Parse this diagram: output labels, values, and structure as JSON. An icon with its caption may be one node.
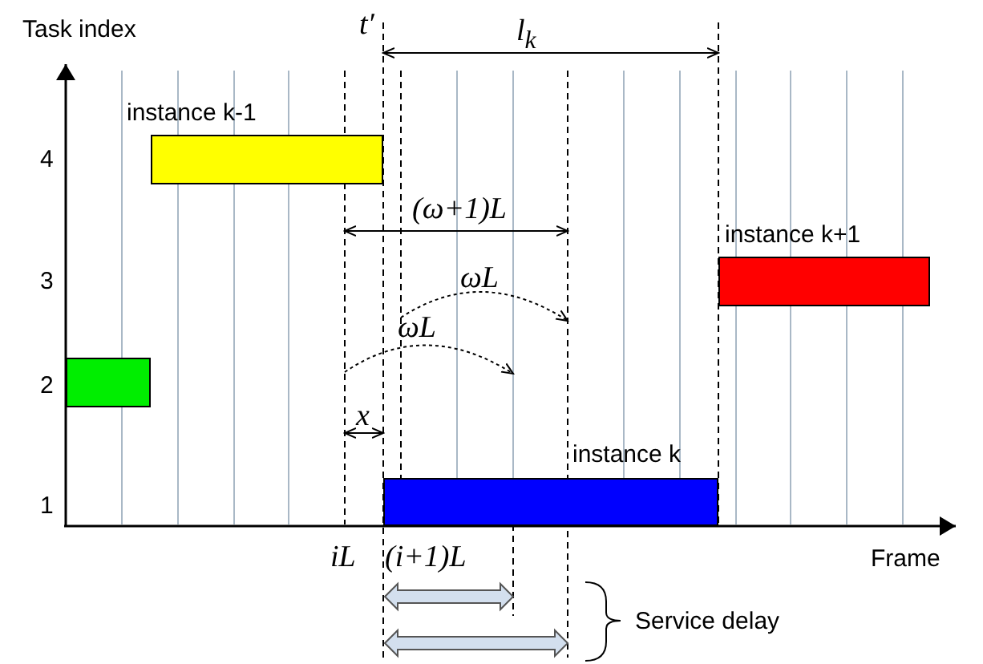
{
  "diagram": {
    "nodes": [
      {
        "text": [
          "instance k-1"
        ]
      },
      {
        "text": [
          "instance k+1"
        ]
      },
      {
        "text": [],
        "shape": "bar"
      },
      {
        "text": [
          "instance k"
        ]
      }
    ],
    "labels": [
      "Task index",
      "t′",
      "l$_{k}$",
      "4",
      "(ω+1)L",
      "3",
      "ωL",
      "ωL",
      "2",
      "x",
      "1",
      "iL",
      "(i+1)L",
      "Frame",
      "Service delay"
    ]
  }
}
